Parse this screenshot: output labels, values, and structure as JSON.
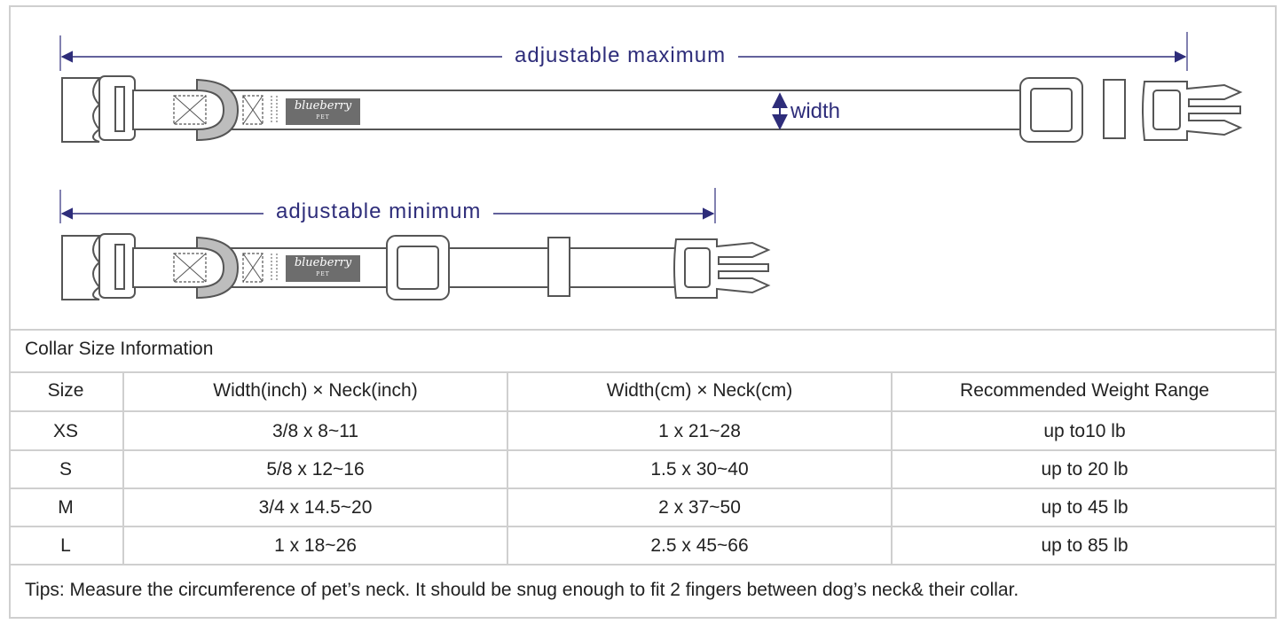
{
  "diagram": {
    "max_label": "adjustable maximum",
    "min_label": "adjustable minimum",
    "width_label": "width",
    "brand_name": "blueberry",
    "brand_sub": "PET",
    "colors": {
      "arrow": "#2e2d7a",
      "outline": "#555555",
      "brand": "#6d6d6d"
    }
  },
  "table": {
    "title": "Collar Size Information",
    "headers": [
      "Size",
      "Width(inch)  × Neck(inch)",
      "Width(cm)  × Neck(cm)",
      "Recommended Weight Range"
    ],
    "rows": [
      [
        "XS",
        "3/8 x 8~11",
        "1 x 21~28",
        "up to10 lb"
      ],
      [
        "S",
        "5/8 x 12~16",
        "1.5 x 30~40",
        "up to 20 lb"
      ],
      [
        "M",
        "3/4 x 14.5~20",
        "2 x 37~50",
        "up to 45 lb"
      ],
      [
        "L",
        "1 x 18~26",
        "2.5 x 45~66",
        "up to 85 lb"
      ]
    ]
  },
  "tips": "Tips: Measure the circumference of pet’s neck. It should be snug enough to fit 2 fingers between dog’s neck& their collar."
}
